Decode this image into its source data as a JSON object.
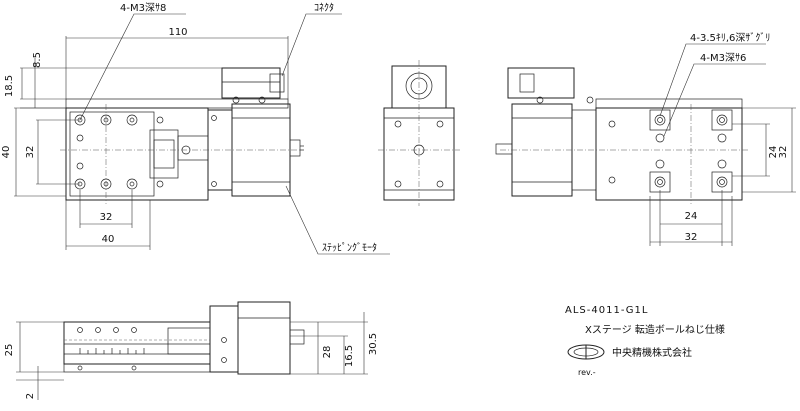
{
  "dims": {
    "d110": "110",
    "d8_5": "8.5",
    "d18_5": "18.5",
    "d40_left": "40",
    "d32_left": "32",
    "d32_bottom": "32",
    "d40_bottom": "40",
    "d24_right_v": "24",
    "d32_right_v": "32",
    "d24_right_h": "24",
    "d32_right_h": "32",
    "d25": "25",
    "d2": "2",
    "d28": "28",
    "d16_5": "16.5",
    "d30_5": "30.5"
  },
  "notes": {
    "m3_depth8": "4-M3深ｻ8",
    "connector": "ｺﾈｸﾀ",
    "counterbore": "4-3.5ｷﾘ,6深ｻﾞｸﾞﾘ",
    "m3_depth6": "4-M3深ｻ6",
    "stepping_motor": "ｽﾃｯﾋﾟﾝｸﾞﾓｰﾀ"
  },
  "title_block": {
    "model": "ALS-4011-G1L",
    "description": "Xステージ 転造ボールねじ仕様",
    "company": "中央精機株式会社",
    "revision": "rev.-"
  }
}
